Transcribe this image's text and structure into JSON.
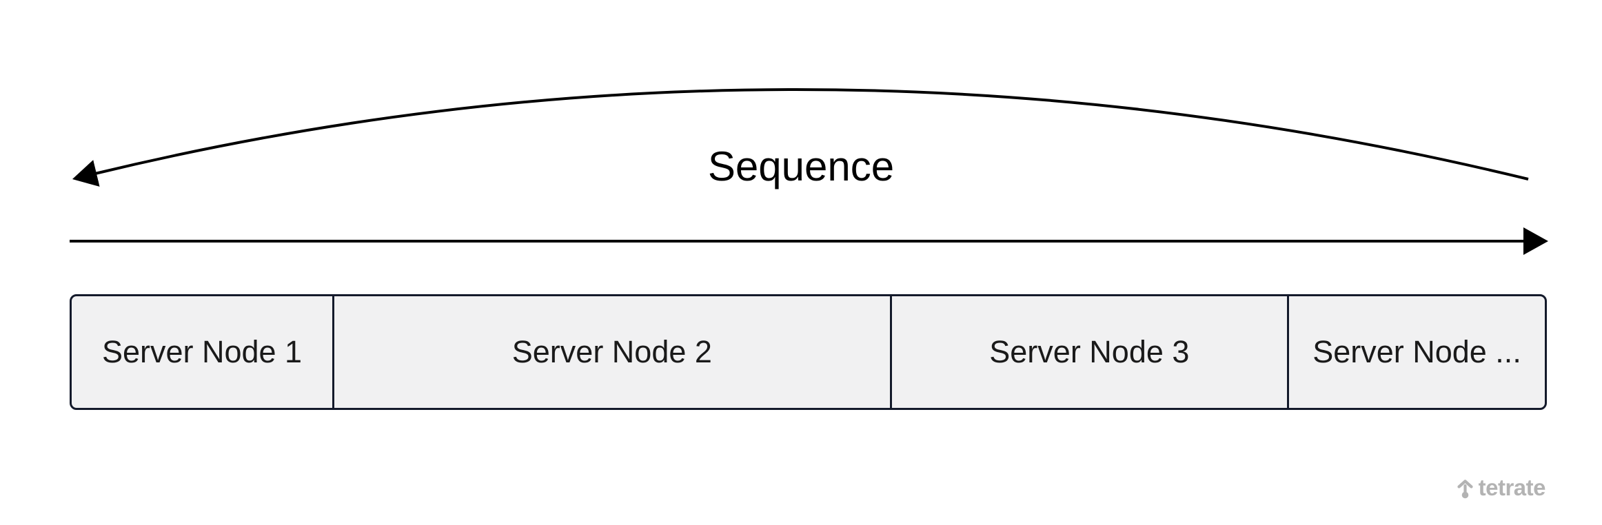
{
  "diagram": {
    "sequence_label": "Sequence",
    "nodes": [
      {
        "label": "Server Node 1"
      },
      {
        "label": "Server Node 2"
      },
      {
        "label": "Server Node 3"
      },
      {
        "label": "Server Node ..."
      }
    ]
  },
  "branding": {
    "logo_text": "tetrate"
  },
  "colors": {
    "background": "#ffffff",
    "arrow_line": "#000000",
    "node_fill": "#f1f1f2",
    "node_border": "#141a2b",
    "node_text": "#1a1a1a",
    "sequence_text": "#000000",
    "logo_gray": "#b3b3b3"
  }
}
